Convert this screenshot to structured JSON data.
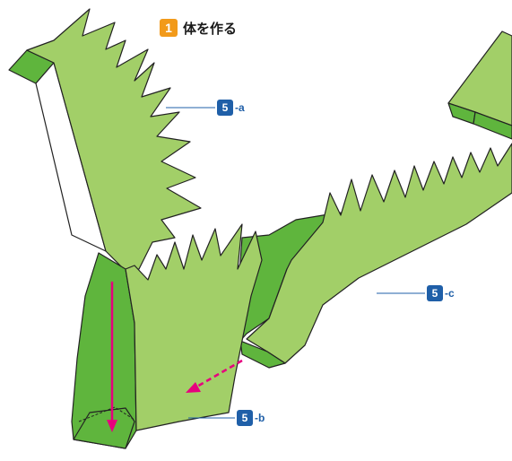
{
  "title": {
    "step_number": "1",
    "text": "体を作る"
  },
  "parts": [
    {
      "number": "5",
      "suffix": "-a"
    },
    {
      "number": "5",
      "suffix": "-b"
    },
    {
      "number": "5",
      "suffix": "-c"
    }
  ],
  "colors": {
    "light_green": "#a2cf68",
    "dark_green": "#5fb53d",
    "arrow": "#e6007e",
    "step_badge": "#f29a1a",
    "label_badge": "#1f5fa8"
  }
}
